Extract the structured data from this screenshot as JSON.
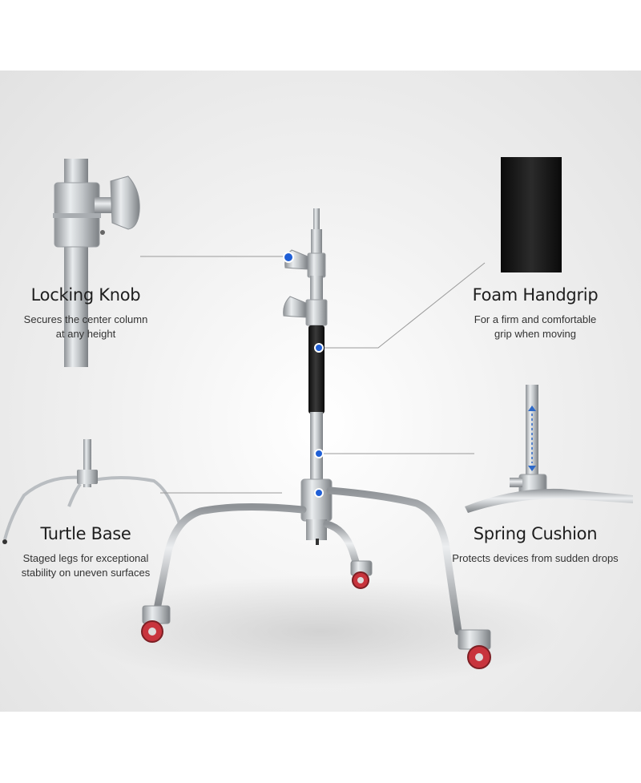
{
  "features": {
    "locking_knob": {
      "title": "Locking Knob",
      "desc_line1": "Secures the center column",
      "desc_line2": "at any height",
      "icon": "locking-knob-closeup"
    },
    "foam_handgrip": {
      "title": "Foam Handgrip",
      "desc_line1": "For a firm and comfortable",
      "desc_line2": "grip when moving",
      "icon": "foam-handgrip-closeup"
    },
    "turtle_base": {
      "title": "Turtle Base",
      "desc_line1": "Staged legs for exceptional",
      "desc_line2": "stability on uneven surfaces",
      "icon": "turtle-base-closeup"
    },
    "spring_cushion": {
      "title": "Spring Cushion",
      "desc_line1": "Protects devices from sudden drops",
      "icon": "spring-cushion-closeup"
    }
  },
  "colors": {
    "marker": "#1f5fd6",
    "steel": "#bfc3c7",
    "wheel": "#c8343d",
    "grip": "#1b1b1b"
  }
}
